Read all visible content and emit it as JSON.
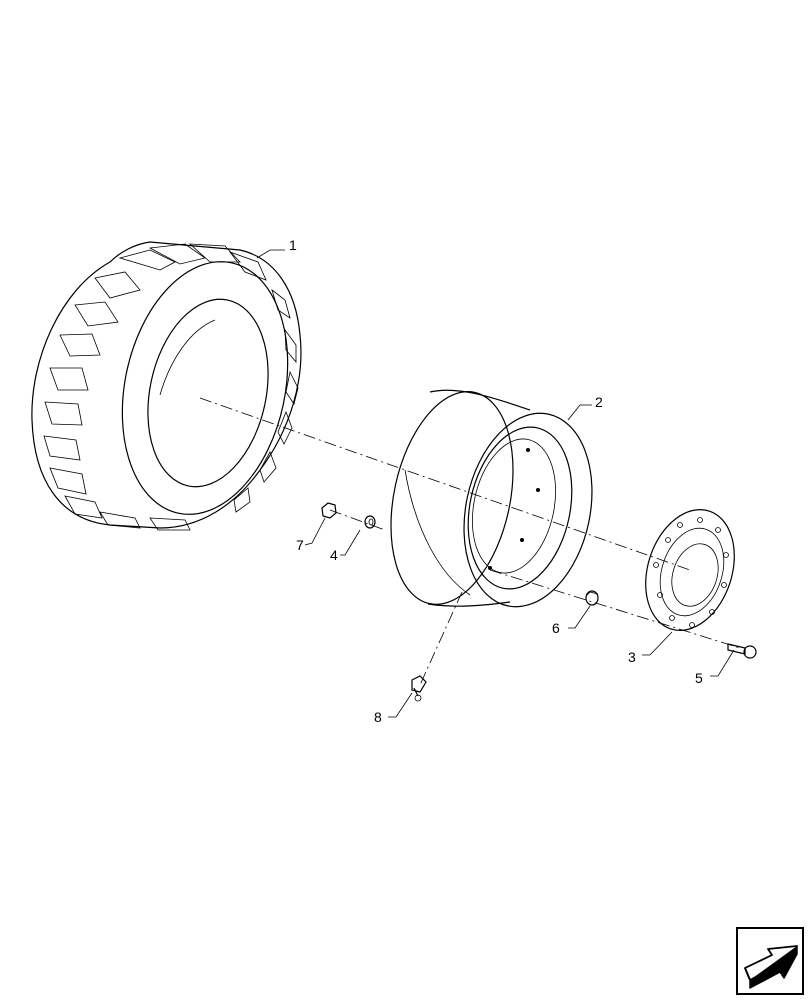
{
  "callouts": [
    {
      "id": "tire",
      "label": "1"
    },
    {
      "id": "rim",
      "label": "2"
    },
    {
      "id": "hub-plate",
      "label": "3"
    },
    {
      "id": "washer",
      "label": "4"
    },
    {
      "id": "bolt",
      "label": "5"
    },
    {
      "id": "spacer",
      "label": "6"
    },
    {
      "id": "nut",
      "label": "7"
    },
    {
      "id": "valve",
      "label": "8"
    }
  ],
  "icons": {
    "corner": "next-page-arrow-icon"
  }
}
